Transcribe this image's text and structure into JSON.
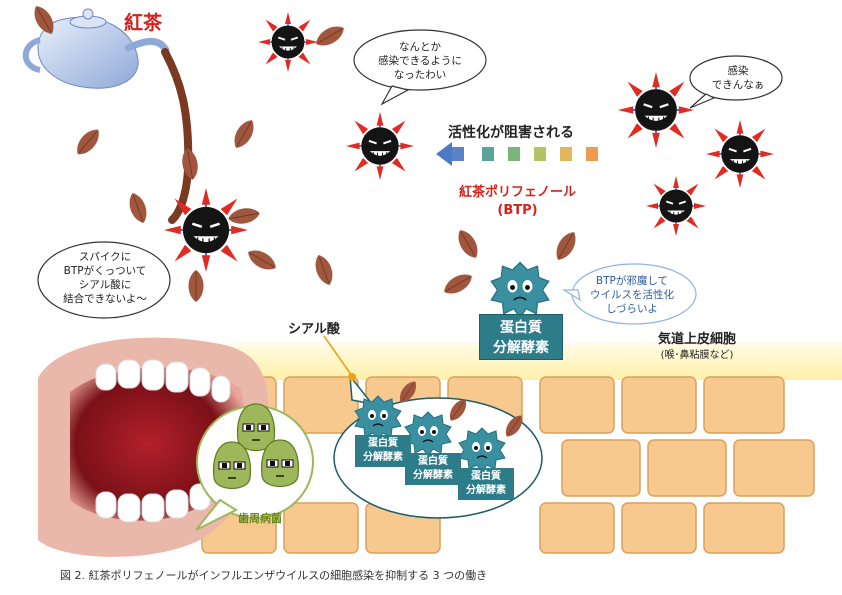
{
  "title": "紅茶",
  "inhibit_label": "活性化が阻害される",
  "btp_name_line1": "紅茶ポリフェノール",
  "btp_name_line2": "(BTP)",
  "bubbles": {
    "spike": [
      "スパイクに",
      "BTPがくっついて",
      "シアル酸に",
      "結合できないよ〜"
    ],
    "nantoka": [
      "なんとか",
      "感染できるように",
      "なったわい"
    ],
    "kansen": [
      "感染",
      "できんなぁ"
    ],
    "btp": [
      "BTPが邪魔して",
      "ウイルスを活性化",
      "しづらいよ"
    ]
  },
  "sialic_acid_label": "シアル酸",
  "enzyme_label_line1": "蛋白質",
  "enzyme_label_line2": "分解酵素",
  "epithelium_label": "気道上皮細胞",
  "epithelium_sub": "(喉･鼻粘膜など)",
  "periodontal_label": "歯周病菌",
  "caption": "図 2. 紅茶ポリフェノールがインフルエンザウイルスの細胞感染を抑制する 3 つの働き",
  "colors": {
    "tea_red": "#d2231e",
    "leaf": "#a0573e",
    "enzyme": "#2c7c8a",
    "cell": "#f7c98f",
    "cell_border": "#d9a15c",
    "sialic": "#fff2b8",
    "bacteria": "#9cb85a",
    "virus_body": "#141414"
  },
  "icons": [
    "teapot-icon",
    "tea-leaf-icon",
    "virus-icon",
    "enzyme-icon",
    "bacteria-icon",
    "mouth-icon",
    "arrow-left-icon"
  ]
}
